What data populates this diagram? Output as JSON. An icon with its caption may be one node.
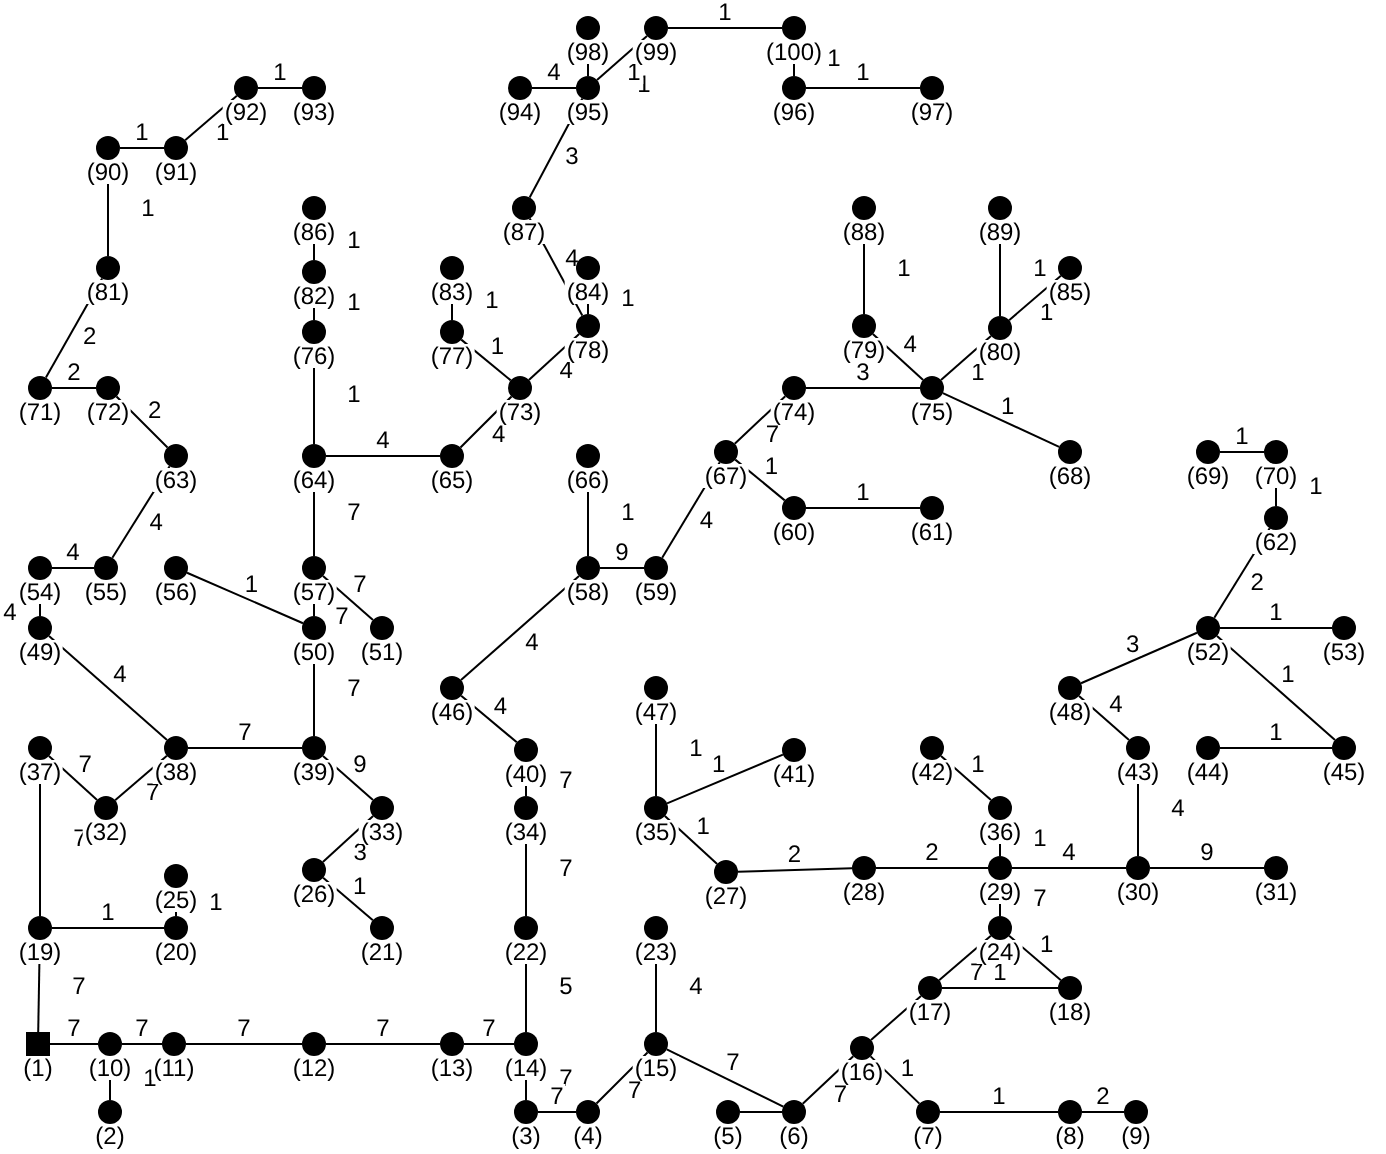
{
  "diagram": {
    "nodes": [
      {
        "text": [],
        "shape": "box",
        "beside": [
          "(1)"
        ]
      },
      {
        "text": [],
        "shape": "circle",
        "beside": [
          "(2)"
        ]
      },
      {
        "text": [],
        "shape": "circle",
        "beside": [
          "(3)"
        ]
      },
      {
        "text": [],
        "shape": "circle",
        "beside": [
          "(4)"
        ]
      },
      {
        "text": [],
        "shape": "circle",
        "beside": [
          "(5)"
        ]
      },
      {
        "text": [],
        "shape": "circle",
        "beside": [
          "(6)"
        ]
      },
      {
        "text": [],
        "shape": "circle",
        "beside": [
          "(7)"
        ]
      },
      {
        "text": [],
        "shape": "circle",
        "beside": [
          "(8)"
        ]
      },
      {
        "text": [],
        "shape": "circle",
        "beside": [
          "(9)"
        ]
      },
      {
        "text": [],
        "shape": "circle",
        "beside": [
          "(10)"
        ]
      },
      {
        "text": [],
        "shape": "circle",
        "beside": [
          "(11)"
        ]
      },
      {
        "text": [],
        "shape": "circle",
        "beside": [
          "(12)"
        ]
      },
      {
        "text": [],
        "shape": "circle",
        "beside": [
          "(13)"
        ]
      },
      {
        "text": [],
        "shape": "circle",
        "beside": [
          "(14)"
        ]
      },
      {
        "text": [],
        "shape": "circle",
        "beside": [
          "(15)"
        ]
      },
      {
        "text": [],
        "shape": "circle",
        "beside": [
          "(16)"
        ]
      },
      {
        "text": [],
        "shape": "circle",
        "beside": [
          "(17)"
        ]
      },
      {
        "text": [],
        "shape": "circle",
        "beside": [
          "(18)"
        ]
      },
      {
        "text": [],
        "shape": "circle",
        "beside": [
          "(19)"
        ]
      },
      {
        "text": [],
        "shape": "circle",
        "beside": [
          "(20)"
        ]
      },
      {
        "text": [],
        "shape": "circle",
        "beside": [
          "(21)"
        ]
      },
      {
        "text": [],
        "shape": "circle",
        "beside": [
          "(22)"
        ]
      },
      {
        "text": [],
        "shape": "circle",
        "beside": [
          "(23)"
        ]
      },
      {
        "text": [],
        "shape": "circle",
        "beside": [
          "(24)"
        ]
      },
      {
        "text": [],
        "shape": "circle",
        "beside": [
          "(25)"
        ]
      },
      {
        "text": [],
        "shape": "circle",
        "beside": [
          "(26)"
        ]
      },
      {
        "text": [],
        "shape": "circle",
        "beside": [
          "(27)"
        ]
      },
      {
        "text": [],
        "shape": "circle",
        "beside": [
          "(28)"
        ]
      },
      {
        "text": [],
        "shape": "circle",
        "beside": [
          "(29)"
        ]
      },
      {
        "text": [],
        "shape": "circle",
        "beside": [
          "(30)"
        ]
      },
      {
        "text": [],
        "shape": "circle",
        "beside": [
          "(31)"
        ]
      },
      {
        "text": [],
        "shape": "circle",
        "beside": [
          "(32)"
        ]
      },
      {
        "text": [],
        "shape": "circle",
        "beside": [
          "(33)"
        ]
      },
      {
        "text": [],
        "shape": "circle",
        "beside": [
          "(34)"
        ]
      },
      {
        "text": [],
        "shape": "circle",
        "beside": [
          "(35)"
        ]
      },
      {
        "text": [],
        "shape": "circle",
        "beside": [
          "(36)"
        ]
      },
      {
        "text": [],
        "shape": "circle",
        "beside": [
          "(37)"
        ]
      },
      {
        "text": [],
        "shape": "circle",
        "beside": [
          "(38)"
        ]
      },
      {
        "text": [],
        "shape": "circle",
        "beside": [
          "(39)"
        ]
      },
      {
        "text": [],
        "shape": "circle",
        "beside": [
          "(40)"
        ]
      },
      {
        "text": [],
        "shape": "circle",
        "beside": [
          "(41)"
        ]
      },
      {
        "text": [],
        "shape": "circle",
        "beside": [
          "(42)"
        ]
      },
      {
        "text": [],
        "shape": "circle",
        "beside": [
          "(43)"
        ]
      },
      {
        "text": [],
        "shape": "circle",
        "beside": [
          "(44)"
        ]
      },
      {
        "text": [],
        "shape": "circle",
        "beside": [
          "(45)"
        ]
      },
      {
        "text": [],
        "shape": "circle",
        "beside": [
          "(46)"
        ]
      },
      {
        "text": [],
        "shape": "circle",
        "beside": [
          "(47)"
        ]
      },
      {
        "text": [],
        "shape": "circle",
        "beside": [
          "(48)"
        ]
      },
      {
        "text": [],
        "shape": "circle",
        "beside": [
          "(49)"
        ]
      },
      {
        "text": [],
        "shape": "circle",
        "beside": [
          "(50)"
        ]
      },
      {
        "text": [],
        "shape": "circle",
        "beside": [
          "(51)"
        ]
      },
      {
        "text": [],
        "shape": "circle",
        "beside": [
          "(52)"
        ]
      },
      {
        "text": [],
        "shape": "circle",
        "beside": [
          "(53)"
        ]
      },
      {
        "text": [],
        "shape": "circle",
        "beside": [
          "(54)"
        ]
      },
      {
        "text": [],
        "shape": "circle",
        "beside": [
          "(55)"
        ]
      },
      {
        "text": [],
        "shape": "circle",
        "beside": [
          "(56)"
        ]
      },
      {
        "text": [],
        "shape": "circle",
        "beside": [
          "(57)"
        ]
      },
      {
        "text": [],
        "shape": "circle",
        "beside": [
          "(58)"
        ]
      },
      {
        "text": [],
        "shape": "circle",
        "beside": [
          "(59)"
        ]
      },
      {
        "text": [],
        "shape": "circle",
        "beside": [
          "(60)"
        ]
      },
      {
        "text": [],
        "shape": "circle",
        "beside": [
          "(61)"
        ]
      },
      {
        "text": [],
        "shape": "circle",
        "beside": [
          "(62)"
        ]
      },
      {
        "text": [],
        "shape": "circle",
        "beside": [
          "(63)"
        ]
      },
      {
        "text": [],
        "shape": "circle",
        "beside": [
          "(64)"
        ]
      },
      {
        "text": [],
        "shape": "circle",
        "beside": [
          "(65)"
        ]
      },
      {
        "text": [],
        "shape": "circle",
        "beside": [
          "(66)"
        ]
      },
      {
        "text": [],
        "shape": "circle",
        "beside": [
          "(67)"
        ]
      },
      {
        "text": [],
        "shape": "circle",
        "beside": [
          "(68)"
        ]
      },
      {
        "text": [],
        "shape": "circle",
        "beside": [
          "(69)"
        ]
      },
      {
        "text": [],
        "shape": "circle",
        "beside": [
          "(70)"
        ]
      },
      {
        "text": [],
        "shape": "circle",
        "beside": [
          "(71)"
        ]
      },
      {
        "text": [],
        "shape": "circle",
        "beside": [
          "(72)"
        ]
      },
      {
        "text": [],
        "shape": "circle",
        "beside": [
          "(73)"
        ]
      },
      {
        "text": [],
        "shape": "circle",
        "beside": [
          "(74)"
        ]
      },
      {
        "text": [],
        "shape": "circle",
        "beside": [
          "(75)"
        ]
      },
      {
        "text": [],
        "shape": "circle",
        "beside": [
          "(76)"
        ]
      },
      {
        "text": [],
        "shape": "circle",
        "beside": [
          "(77)"
        ]
      },
      {
        "text": [],
        "shape": "circle",
        "beside": [
          "(78)"
        ]
      },
      {
        "text": [],
        "shape": "circle",
        "beside": [
          "(79)"
        ]
      },
      {
        "text": [],
        "shape": "circle",
        "beside": [
          "(80)"
        ]
      },
      {
        "text": [],
        "shape": "circle",
        "beside": [
          "(81)"
        ]
      },
      {
        "text": [],
        "shape": "circle",
        "beside": [
          "(82)"
        ]
      },
      {
        "text": [],
        "shape": "circle",
        "beside": [
          "(83)"
        ]
      },
      {
        "text": [],
        "shape": "circle",
        "beside": [
          "(84)"
        ]
      },
      {
        "text": [],
        "shape": "circle",
        "beside": [
          "(85)"
        ]
      },
      {
        "text": [],
        "shape": "circle",
        "beside": [
          "(86)"
        ]
      },
      {
        "text": [],
        "shape": "circle",
        "beside": [
          "(87)"
        ]
      },
      {
        "text": [],
        "shape": "circle",
        "beside": [
          "(88)"
        ]
      },
      {
        "text": [],
        "shape": "circle",
        "beside": [
          "(89)"
        ]
      },
      {
        "text": [],
        "shape": "circle",
        "beside": [
          "(90)"
        ]
      },
      {
        "text": [],
        "shape": "circle",
        "beside": [
          "(91)"
        ]
      },
      {
        "text": [],
        "shape": "circle",
        "beside": [
          "(92)"
        ]
      },
      {
        "text": [],
        "shape": "circle",
        "beside": [
          "(93)"
        ]
      },
      {
        "text": [],
        "shape": "circle",
        "beside": [
          "(94)"
        ]
      },
      {
        "text": [],
        "shape": "circle",
        "beside": [
          "(95)"
        ]
      },
      {
        "text": [],
        "shape": "circle",
        "beside": [
          "(96)"
        ]
      },
      {
        "text": [],
        "shape": "circle",
        "beside": [
          "(97)"
        ]
      },
      {
        "text": [],
        "shape": "circle",
        "beside": [
          "(98)"
        ]
      },
      {
        "text": [],
        "shape": "circle",
        "beside": [
          "(99)"
        ]
      },
      {
        "text": [],
        "shape": "circle",
        "beside": [
          "(100)"
        ]
      }
    ],
    "edges": [
      {
        "from": 0,
        "to": 9,
        "arrow": "none",
        "label": "7"
      },
      {
        "from": 9,
        "to": 10,
        "arrow": "none",
        "label": "7"
      },
      {
        "from": 10,
        "to": 11,
        "arrow": "none",
        "label": "7"
      },
      {
        "from": 11,
        "to": 12,
        "arrow": "none",
        "label": "7"
      },
      {
        "from": 12,
        "to": 13,
        "arrow": "none",
        "label": "7"
      },
      {
        "from": 9,
        "to": 1,
        "arrow": "none",
        "label": "1"
      },
      {
        "from": 13,
        "to": 2,
        "arrow": "none",
        "label": "7"
      },
      {
        "from": 2,
        "to": 3,
        "arrow": "none",
        "label": "7"
      },
      {
        "from": 3,
        "to": 14,
        "arrow": "none",
        "label": "7"
      },
      {
        "from": 14,
        "to": 5,
        "arrow": "none",
        "label": "7"
      },
      {
        "from": 4,
        "to": 5,
        "arrow": "none"
      },
      {
        "from": 5,
        "to": 15,
        "arrow": "none",
        "label": "7"
      },
      {
        "from": 15,
        "to": 6,
        "arrow": "none",
        "label": "1"
      },
      {
        "from": 6,
        "to": 7,
        "arrow": "none",
        "label": "1"
      },
      {
        "from": 7,
        "to": 8,
        "arrow": "none",
        "label": "2"
      },
      {
        "from": 15,
        "to": 16,
        "arrow": "none"
      },
      {
        "from": 16,
        "to": 23,
        "arrow": "none",
        "label": "7"
      },
      {
        "from": 16,
        "to": 17,
        "arrow": "none",
        "label": "1"
      },
      {
        "from": 23,
        "to": 17,
        "arrow": "none",
        "label": "1"
      },
      {
        "from": 23,
        "to": 28,
        "arrow": "none",
        "label": "7"
      },
      {
        "from": 28,
        "to": 35,
        "arrow": "none",
        "label": "1"
      },
      {
        "from": 35,
        "to": 41,
        "arrow": "none",
        "label": "1"
      },
      {
        "from": 26,
        "to": 27,
        "arrow": "none",
        "label": "2"
      },
      {
        "from": 27,
        "to": 28,
        "arrow": "none",
        "label": "2"
      },
      {
        "from": 34,
        "to": 26,
        "arrow": "none",
        "label": "1"
      },
      {
        "from": 34,
        "to": 46,
        "arrow": "none",
        "label": "1"
      },
      {
        "from": 34,
        "to": 40,
        "arrow": "none",
        "label": "1"
      },
      {
        "from": 28,
        "to": 29,
        "arrow": "none",
        "label": "4"
      },
      {
        "from": 29,
        "to": 30,
        "arrow": "none",
        "label": "9"
      },
      {
        "from": 29,
        "to": 42,
        "arrow": "none",
        "label": "4"
      },
      {
        "from": 42,
        "to": 47,
        "arrow": "none",
        "label": "4"
      },
      {
        "from": 47,
        "to": 51,
        "arrow": "none",
        "label": "3"
      },
      {
        "from": 51,
        "to": 52,
        "arrow": "none",
        "label": "1"
      },
      {
        "from": 51,
        "to": 44,
        "arrow": "none",
        "label": "1"
      },
      {
        "from": 43,
        "to": 44,
        "arrow": "none",
        "label": "1"
      },
      {
        "from": 51,
        "to": 61,
        "arrow": "none",
        "label": "2"
      },
      {
        "from": 61,
        "to": 69,
        "arrow": "none",
        "label": "1"
      },
      {
        "from": 68,
        "to": 69,
        "arrow": "none",
        "label": "1"
      },
      {
        "from": 22,
        "to": 14,
        "arrow": "none",
        "label": "4"
      },
      {
        "from": 21,
        "to": 13,
        "arrow": "none",
        "label": "5"
      },
      {
        "from": 33,
        "to": 21,
        "arrow": "none",
        "label": "7"
      },
      {
        "from": 39,
        "to": 33,
        "arrow": "none",
        "label": "7"
      },
      {
        "from": 45,
        "to": 39,
        "arrow": "none",
        "label": "4"
      },
      {
        "from": 45,
        "to": 57,
        "arrow": "none",
        "label": "4"
      },
      {
        "from": 57,
        "to": 65,
        "arrow": "none",
        "label": "1"
      },
      {
        "from": 57,
        "to": 58,
        "arrow": "none",
        "label": "9"
      },
      {
        "from": 58,
        "to": 66,
        "arrow": "none",
        "label": "4"
      },
      {
        "from": 66,
        "to": 73,
        "arrow": "none",
        "label": "7"
      },
      {
        "from": 66,
        "to": 59,
        "arrow": "none",
        "label": "1"
      },
      {
        "from": 59,
        "to": 60,
        "arrow": "none",
        "label": "1"
      },
      {
        "from": 73,
        "to": 74,
        "arrow": "none",
        "label": "3"
      },
      {
        "from": 74,
        "to": 78,
        "arrow": "none",
        "label": "4"
      },
      {
        "from": 78,
        "to": 87,
        "arrow": "none",
        "label": "1"
      },
      {
        "from": 74,
        "to": 79,
        "arrow": "none",
        "label": "1"
      },
      {
        "from": 79,
        "to": 88,
        "arrow": "none",
        "label": "1"
      },
      {
        "from": 79,
        "to": 84,
        "arrow": "none",
        "label": "1"
      },
      {
        "from": 74,
        "to": 67,
        "arrow": "none",
        "label": "1"
      },
      {
        "from": 18,
        "to": 0,
        "arrow": "none",
        "label": "7"
      },
      {
        "from": 18,
        "to": 19,
        "arrow": "none",
        "label": "1"
      },
      {
        "from": 19,
        "to": 24,
        "arrow": "none",
        "label": "1"
      },
      {
        "from": 18,
        "to": 36,
        "arrow": "none",
        "label": "7"
      },
      {
        "from": 36,
        "to": 31,
        "arrow": "none",
        "label": "7"
      },
      {
        "from": 31,
        "to": 37,
        "arrow": "none",
        "label": "7"
      },
      {
        "from": 37,
        "to": 48,
        "arrow": "none",
        "label": "4"
      },
      {
        "from": 48,
        "to": 53,
        "arrow": "none",
        "label": "4"
      },
      {
        "from": 53,
        "to": 54,
        "arrow": "none",
        "label": "4"
      },
      {
        "from": 54,
        "to": 62,
        "arrow": "none",
        "label": "4"
      },
      {
        "from": 62,
        "to": 71,
        "arrow": "none",
        "label": "2"
      },
      {
        "from": 71,
        "to": 70,
        "arrow": "none",
        "label": "2"
      },
      {
        "from": 70,
        "to": 80,
        "arrow": "none",
        "label": "2"
      },
      {
        "from": 80,
        "to": 89,
        "arrow": "none",
        "label": "1"
      },
      {
        "from": 89,
        "to": 90,
        "arrow": "none",
        "label": "1"
      },
      {
        "from": 90,
        "to": 91,
        "arrow": "none",
        "label": "1"
      },
      {
        "from": 91,
        "to": 92,
        "arrow": "none",
        "label": "1"
      },
      {
        "from": 37,
        "to": 38,
        "arrow": "none",
        "label": "7"
      },
      {
        "from": 38,
        "to": 49,
        "arrow": "none",
        "label": "7"
      },
      {
        "from": 38,
        "to": 32,
        "arrow": "none",
        "label": "9"
      },
      {
        "from": 32,
        "to": 25,
        "arrow": "none",
        "label": "3"
      },
      {
        "from": 25,
        "to": 20,
        "arrow": "none",
        "label": "1"
      },
      {
        "from": 55,
        "to": 49,
        "arrow": "none",
        "label": "1"
      },
      {
        "from": 56,
        "to": 49,
        "arrow": "none",
        "label": "7"
      },
      {
        "from": 56,
        "to": 50,
        "arrow": "none",
        "label": "7"
      },
      {
        "from": 63,
        "to": 56,
        "arrow": "none",
        "label": "7"
      },
      {
        "from": 63,
        "to": 75,
        "arrow": "none",
        "label": "1"
      },
      {
        "from": 75,
        "to": 81,
        "arrow": "none",
        "label": "1"
      },
      {
        "from": 81,
        "to": 85,
        "arrow": "none",
        "label": "1"
      },
      {
        "from": 63,
        "to": 64,
        "arrow": "none",
        "label": "4"
      },
      {
        "from": 64,
        "to": 72,
        "arrow": "none",
        "label": "4"
      },
      {
        "from": 72,
        "to": 76,
        "arrow": "none",
        "label": "1"
      },
      {
        "from": 76,
        "to": 82,
        "arrow": "none",
        "label": "1"
      },
      {
        "from": 72,
        "to": 77,
        "arrow": "none",
        "label": "4"
      },
      {
        "from": 77,
        "to": 83,
        "arrow": "none",
        "label": "1"
      },
      {
        "from": 77,
        "to": 86,
        "arrow": "none",
        "label": "4"
      },
      {
        "from": 86,
        "to": 94,
        "arrow": "none",
        "label": "3"
      },
      {
        "from": 94,
        "to": 93,
        "arrow": "none",
        "label": "4"
      },
      {
        "from": 94,
        "to": 97,
        "arrow": "none",
        "label": "1"
      },
      {
        "from": 94,
        "to": 98,
        "arrow": "none",
        "label": "1"
      },
      {
        "from": 98,
        "to": 99,
        "arrow": "none",
        "label": "1"
      },
      {
        "from": 99,
        "to": 95,
        "arrow": "none",
        "label": "1"
      },
      {
        "from": 95,
        "to": 96,
        "arrow": "none",
        "label": "1"
      }
    ]
  }
}
